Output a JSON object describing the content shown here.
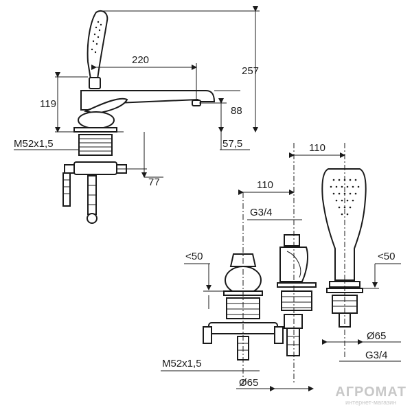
{
  "dimensions": {
    "top_view": {
      "spout_reach": "220",
      "total_height": "257",
      "body_height": "119",
      "spout_height": "88",
      "spout_offset": "57,5",
      "connection_depth": "77",
      "mount_thread": "M52x1,5"
    },
    "bottom_view": {
      "spacing_left": "110",
      "spacing_right": "110",
      "thread_top": "G3/4",
      "deck_left": "<50",
      "deck_right": "<50",
      "diameter_right": "Ø65",
      "thread_bottom": "G3/4",
      "mount_thread": "M52x1,5",
      "diameter_left": "Ø65"
    }
  },
  "watermark": {
    "brand": "АГРОМАТ",
    "tagline": "интернет-магазин"
  }
}
